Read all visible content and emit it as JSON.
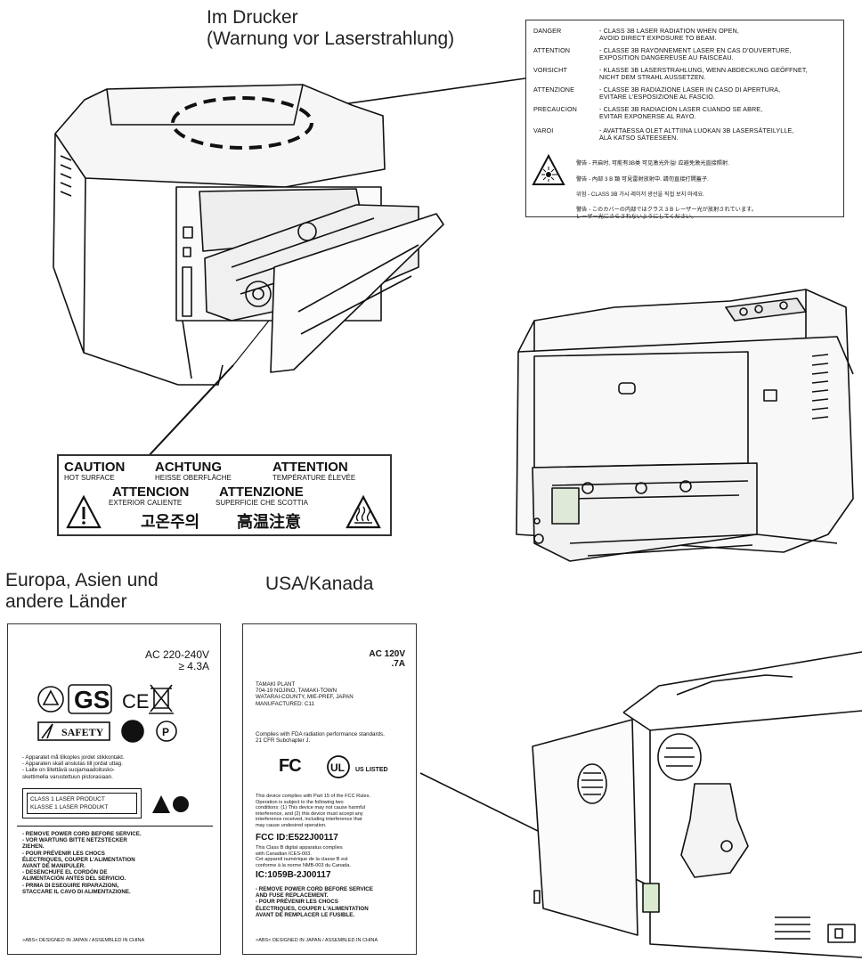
{
  "inside_printer": {
    "heading_line1": "Im Drucker",
    "heading_line2": "(Warnung vor Laserstrahlung)"
  },
  "laser_label": {
    "rows": [
      {
        "key": "DANGER",
        "text": "- CLASS 3B LASER RADIATION WHEN OPEN,\nAVOID DIRECT EXPOSURE TO BEAM."
      },
      {
        "key": "ATTENTION",
        "text": "- CLASSE 3B RAYONNEMENT LASER EN CAS D'OUVERTURE,\nEXPOSITION DANGEREUSE AU FAISCEAU."
      },
      {
        "key": "VORSICHT",
        "text": "- KLASSE 3B LASERSTRAHLUNG, WENN ABDECKUNG GEÖFFNET,\nNICHT DEM STRAHL AUSSETZEN."
      },
      {
        "key": "ATTENZIONE",
        "text": "- CLASSE 3B RADIAZIONE LASER IN CASO DI APERTURA,\nEVITARE L'ESPOSIZIONE AL FASCIO."
      },
      {
        "key": "PRECAUCION",
        "text": "- CLASSE 3B RADIACION LASER CUANDO SE ABRE,\nEVITAR EXPONERSE AL RAYO."
      },
      {
        "key": "VAROI",
        "text": "- AVATTAESSA OLET ALTTIINA LUOKAN 3B LASERSÄTEILYLLE,\nÄLÄ KATSO SÄTEESEEN."
      }
    ],
    "asian": [
      "警告 - 开启时, 可能有3B类 可见激光外溢! 应避免激光直接照射.",
      "警告 - 內部 3 B 類 可見雷射放射中. 請勿直接打開蓋子.",
      "위험 - CLASS 3B 가시 레이저 광선을 직접 보지 마세요.",
      "警告 - このカバーの内部ではクラス 3 B レーザー光が放射されています。\nレーザー光にさらされないようにしてください。"
    ]
  },
  "hot_label": {
    "caution": "CAUTION",
    "caution_sub": "HOT SURFACE",
    "achtung": "ACHTUNG",
    "achtung_sub": "HEISSE OBERFLÄCHE",
    "attention": "ATTENTION",
    "attention_sub": "TEMPÉRATURE ÉLEVÉE",
    "atencion": "ATTENCION",
    "atencion_sub": "EXTERIOR CALIENTE",
    "attenzione": "ATTENZIONE",
    "attenzione_sub": "SUPERFICIE CHE SCOTTIA",
    "korean": "고온주의",
    "chinese": "高温注意"
  },
  "region_eu": {
    "heading_line1": "Europa, Asien und",
    "heading_line2": "andere Länder"
  },
  "region_us": {
    "heading": "USA/Kanada"
  },
  "eu_label": {
    "voltage": "AC 220-240V",
    "current": "≥ 4.3A",
    "safety": "SAFETY",
    "finnish_lines": "- Apparatet må tilkoples jordet stikkontakt.\n- Apparaten skall anslutas till jordat uttag.\n- Laite on liitettävä suojamaadoitusko-\n  skettimella varustettuun pistorasiaan.",
    "class1_en": "CLASS 1 LASER PRODUCT",
    "class1_de": "KLASSE 1 LASER PRODUKT",
    "warnings": "- REMOVE POWER CORD BEFORE SERVICE.\n- VOR WARTUNG BITTE NETZSTECKER\n  ZIEHEN.\n- POUR PRÉVENIR LES CHOCS\n  ÉLECTRIQUES, COUPER L'ALIMENTATION\n  AVANT DE MANIPULER.\n- DESENCHUFE EL CORDÓN DE\n  ALIMENTACIÓN ANTES DEL SERVICIO.\n- PRIMA DI ESEGUIRE RIPARAZIONI,\n  STACCARE IL CAVO DI ALIMENTAZIONE.",
    "footer": ">ABS<      DESIGNED IN JAPAN / ASSEMBLED IN CHINA"
  },
  "us_label": {
    "voltage": "AC 120V",
    "current": ".7A",
    "plant": "TAMAKI PLANT\n704-19 NOJINO, TAMAKI-TOWN\nWATARAI-COUNTY, MIE-PREF, JAPAN\nMANUFACTURED:  C11",
    "fda": "Complies with FDA radiation performance standards,\n21 CFR Subchapter J.",
    "fc": "FC",
    "listed": "US LISTED",
    "fcc_text": "This device complies with Part 15 of the FCC Rules.\nOperation is subject to the following two\nconditions: (1) This device may not cause harmful\ninterference, and (2) this device must accept any\ninterference received, including interference that\nmay cause undesired operation.",
    "fcc_id": "FCC ID:E522J00117",
    "canada_text": "This Class B digital apparatus complies\nwith Canadian ICES-003.\nCet appareil numérique de la classe B est\nconforme à la norme NMB-003 du Canada.",
    "ic": "IC:1059B-2J00117",
    "warnings": "- REMOVE POWER CORD BEFORE SERVICE\n  AND FUSE REPLACEMENT.\n- POUR PRÉVENIR LES CHOCS\n  ÉLECTRIQUES, COUPER L'ALIMENTATION\n  AVANT DE REMPLACER LE FUSIBLE.",
    "footer": ">ABS<     DESIGNED IN JAPAN / ASSEMBLED IN CHINA"
  }
}
